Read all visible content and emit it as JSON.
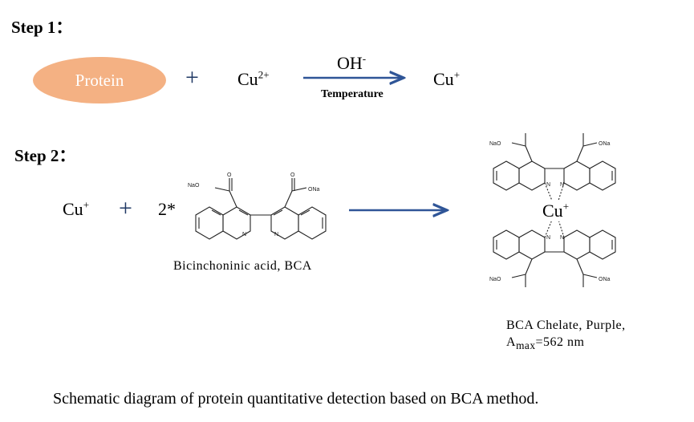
{
  "step1": {
    "label": "Step 1：",
    "protein": "Protein",
    "plus": "+",
    "reactant": "Cu",
    "reactant_charge": "2+",
    "reagent": "OH",
    "reagent_charge": "-",
    "condition": "Temperature",
    "product": "Cu",
    "product_charge": "+"
  },
  "step2": {
    "label": "Step 2：",
    "reactant": "Cu",
    "reactant_charge": "+",
    "plus": "+",
    "coefficient": "2*",
    "bca_caption": "Bicinchoninic acid, BCA",
    "complex_center": "Cu",
    "complex_charge": "+",
    "chelate_caption_line1": "BCA Chelate, Purple,",
    "chelate_caption_line2_prefix": "A",
    "chelate_caption_line2_sub": "max",
    "chelate_caption_line2_suffix": "=562  nm"
  },
  "atoms": {
    "n": "N",
    "bca_left_group": "NaO",
    "bca_right_group": "ONa",
    "chelate_top_left": "NaO",
    "chelate_top_right": "ONa",
    "chelate_bottom_left": "NaO",
    "chelate_bottom_right": "ONa",
    "o": "O"
  },
  "caption": "Schematic diagram of protein quantitative detection based on BCA method.",
  "colors": {
    "protein_fill": "#f4b183",
    "arrow": "#2f5597"
  }
}
